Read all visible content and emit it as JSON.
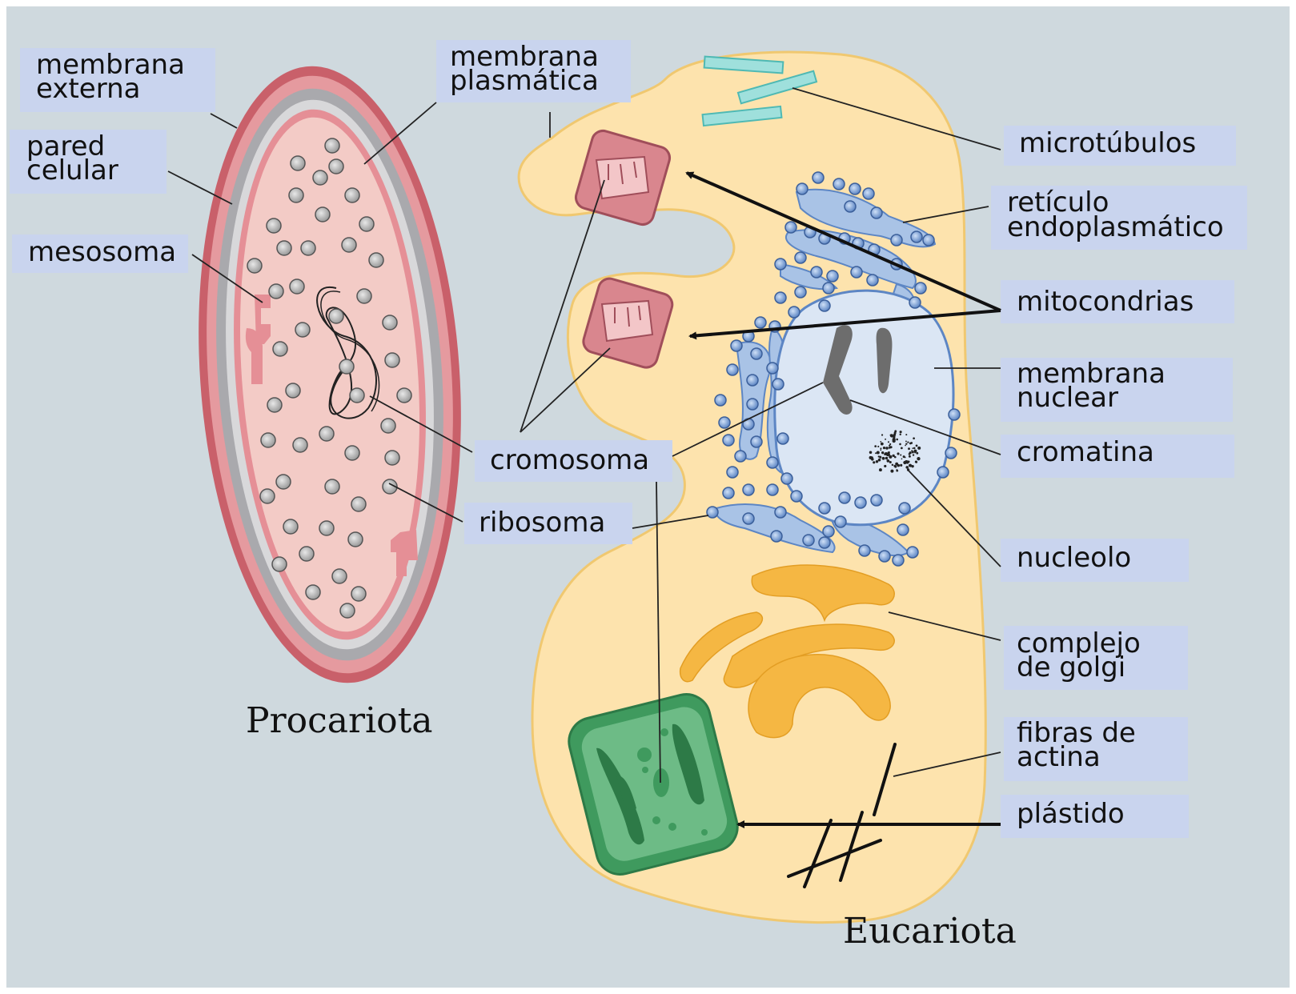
{
  "colors": {
    "background": "#cfd9de",
    "cell_prokaryote_wall": "#c9606a",
    "cell_prokaryote_cytoplasm": "#f3cbc6",
    "cell_eukaryote_cytoplasm": "#fde3ad",
    "nucleus": "#dbe6f4",
    "reticulum": "#a9c3e6",
    "golgi": "#f5b743",
    "plastid": "#3f9a5e",
    "mitochondria": "#d9868e",
    "label_box": "#c9d4ee"
  },
  "titles": {
    "prokaryote": "Procariota",
    "eukaryote": "Eucariota"
  },
  "labels": {
    "outer_membrane": [
      "membrana",
      "externa"
    ],
    "cell_wall": [
      "pared",
      "celular"
    ],
    "mesosome": [
      "mesosoma"
    ],
    "plasma_membrane": [
      "membrana",
      "plasmática"
    ],
    "chromosome": [
      "cromosoma"
    ],
    "ribosome": [
      "ribosoma"
    ],
    "microtubules": [
      "microtúbulos"
    ],
    "endoplasmic_reticulum": [
      "retículo",
      "endoplasmático"
    ],
    "mitochondria": [
      "mitocondrias"
    ],
    "nuclear_membrane": [
      "membrana",
      "nuclear"
    ],
    "chromatin": [
      "cromatina"
    ],
    "nucleolus": [
      "nucleolo"
    ],
    "golgi_complex": [
      "complejo",
      "de golgi"
    ],
    "actin_fibers": [
      "fibras de",
      "actina"
    ],
    "plastid": [
      "plástido"
    ]
  }
}
